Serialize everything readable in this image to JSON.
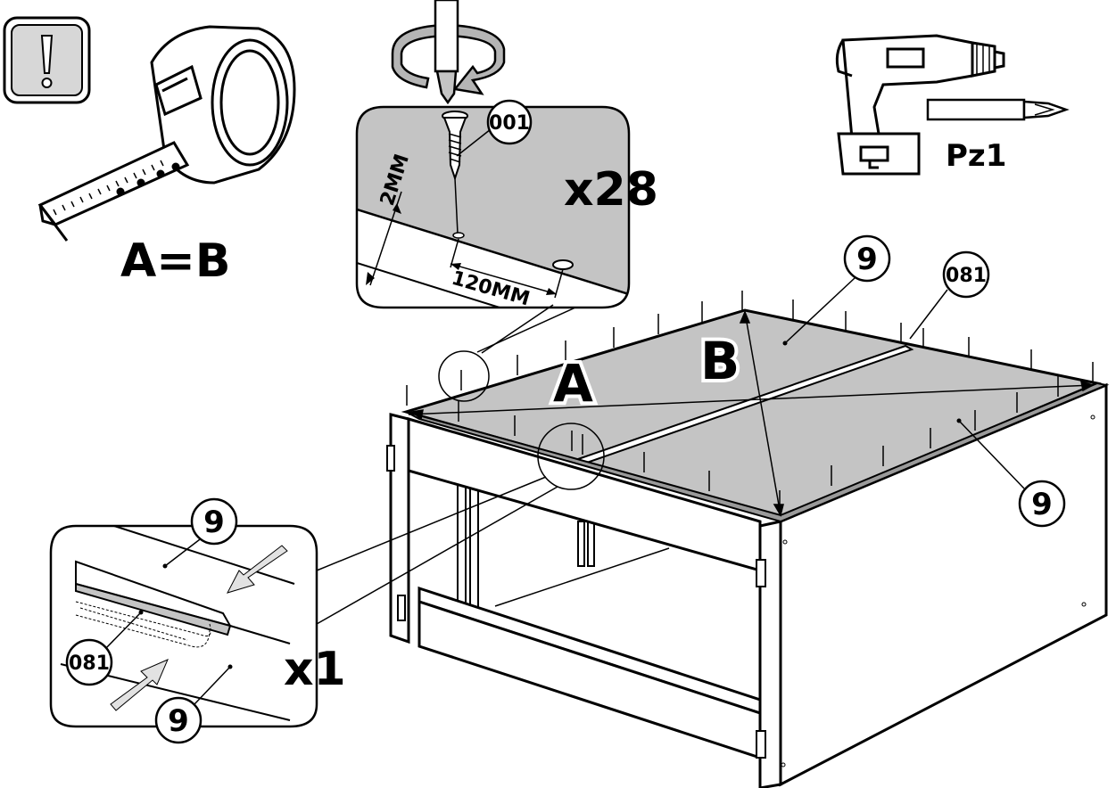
{
  "colors": {
    "panel": "#c4c4c4",
    "panel_dark": "#9a9a9a",
    "line": "#000000",
    "background": "#ffffff"
  },
  "icons": {
    "warning": "exclamation-icon",
    "tape_measure": "tape-measure-icon",
    "screwdriver": "screwdriver-icon",
    "drill": "cordless-drill-icon",
    "bit": "screwdriver-bit-icon",
    "rotation": "rotate-arrow-icon",
    "push_arrow": "push-arrow-icon"
  },
  "measure": {
    "equation": "A=B"
  },
  "tool": {
    "bit_size": "Pz1"
  },
  "screw_detail": {
    "part_code": "001",
    "quantity": "x28",
    "edge_distance": "2MM",
    "spacing": "120MM"
  },
  "main": {
    "diagonal_a": "A",
    "diagonal_b": "B",
    "panel_label_top": "9",
    "panel_label_right": "9",
    "strip_code": "081"
  },
  "strip_detail": {
    "panel_label_top": "9",
    "panel_label_bottom": "9",
    "strip_code": "081",
    "quantity": "x1"
  }
}
